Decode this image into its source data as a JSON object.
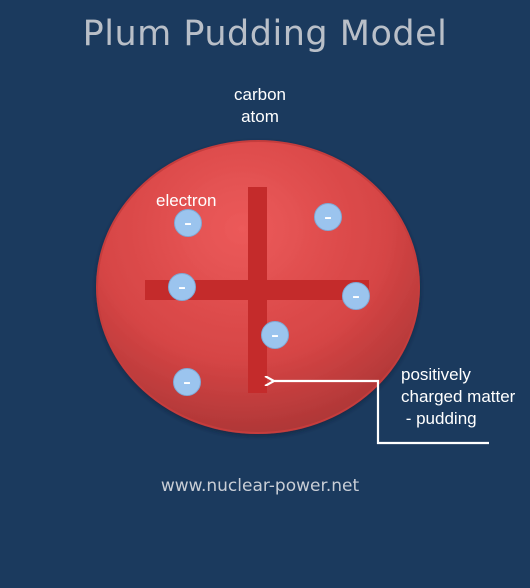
{
  "title": "Plum Pudding Model",
  "atom_label": [
    "carbon",
    "atom"
  ],
  "electron_label": "electron",
  "pudding_label": [
    "positively",
    "charged matter",
    " - pudding"
  ],
  "footer": "www.nuclear-power.net",
  "electron_symbol": "–",
  "electron_count": 6,
  "colors": {
    "background": "#1b3a5e",
    "pudding": "#d64545",
    "cross": "#c42b2b",
    "electron": "#9bc4ee",
    "text": "#ffffff"
  }
}
